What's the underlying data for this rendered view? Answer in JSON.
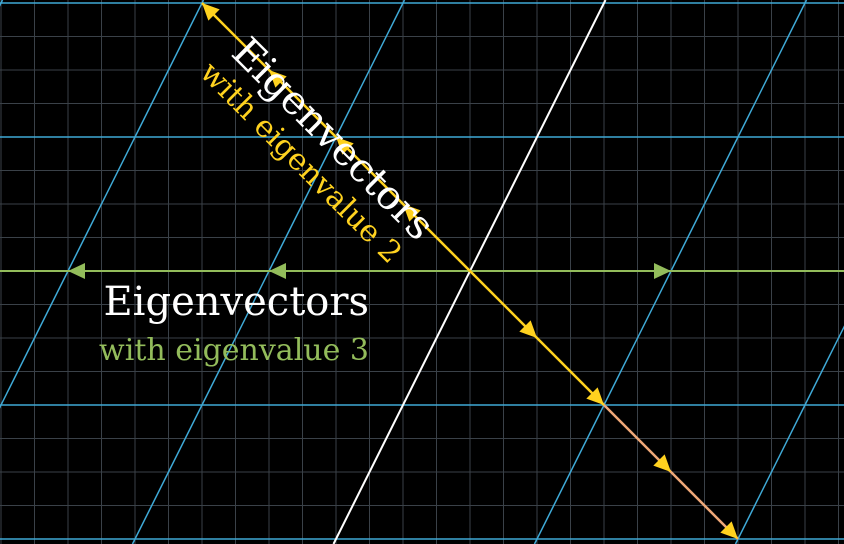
{
  "labels": {
    "eigen2_title": "Eigenvectors",
    "eigen2_sub": "with eigenvalue 2",
    "eigen3_title": "Eigenvectors",
    "eigen3_sub": "with eigenvalue 3"
  },
  "colors": {
    "background": "#000000",
    "fine_grid": "#3a4148",
    "transformed_grid": "#3fa9d6",
    "transformed_axis": "#ffffff",
    "eigen2": "#ffd21f",
    "eigen2_tail": "#f0a878",
    "eigen3": "#93bc5b",
    "title_text": "#ffffff"
  }
}
